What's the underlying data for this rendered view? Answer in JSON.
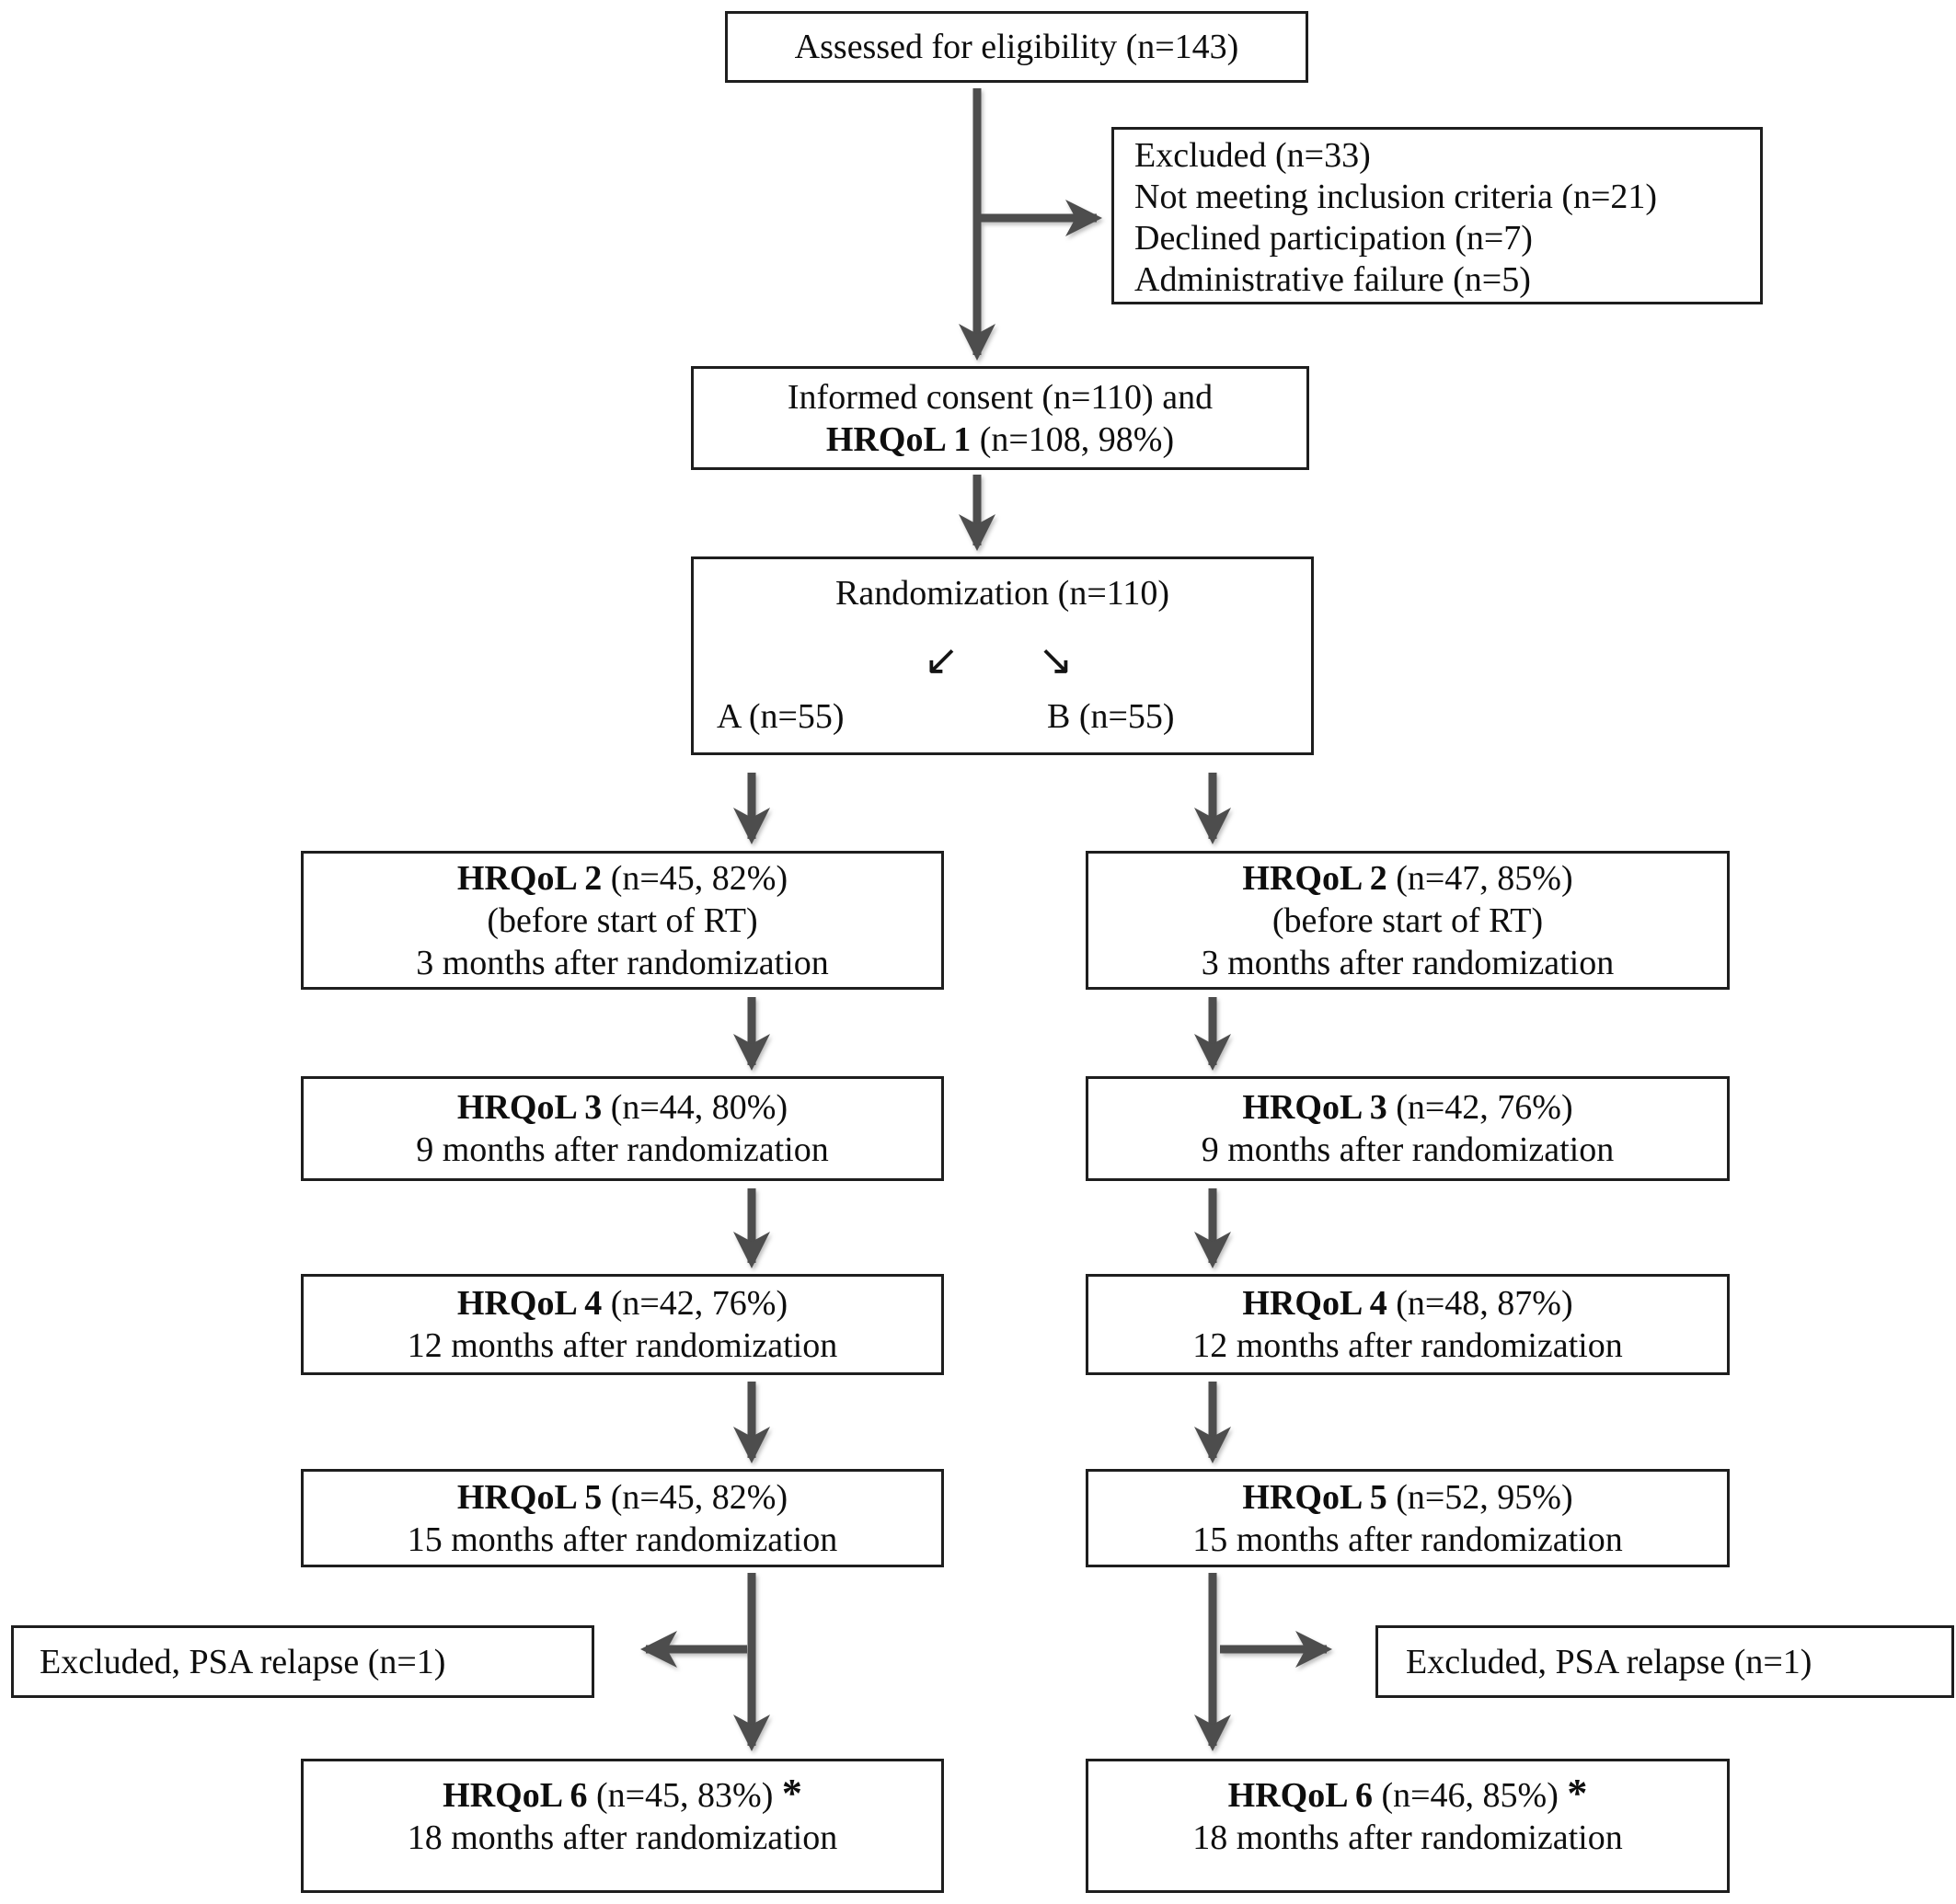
{
  "colors": {
    "arrow": "#4d4d4d",
    "box_border": "#1e1e1e",
    "text": "#0e0e0e",
    "background": "#ffffff"
  },
  "flow": {
    "assessed": {
      "text": "Assessed for eligibility (n=143)"
    },
    "excluded": {
      "l1": "Excluded (n=33)",
      "l2": "Not meeting inclusion criteria (n=21)",
      "l3": "Declined participation (n=7)",
      "l4": "Administrative failure (n=5)"
    },
    "consent": {
      "l1": "Informed consent (n=110) and",
      "bold": "HRQoL 1",
      "rest": " (n=108, 98%)"
    },
    "randomization": {
      "title": "Randomization (n=110)",
      "arrow_a": "↙",
      "arrow_b": "↘",
      "arm_a": "A (n=55)",
      "arm_b": "B (n=55)"
    },
    "left": {
      "hrqol2": {
        "bold": "HRQoL 2",
        "rest": " (n=45, 82%)",
        "l2": "(before start of RT)",
        "l3": "3 months after randomization"
      },
      "hrqol3": {
        "bold": "HRQoL 3",
        "rest": " (n=44, 80%)",
        "l2": "9 months after randomization"
      },
      "hrqol4": {
        "bold": "HRQoL 4",
        "rest": " (n=42, 76%)",
        "l2": "12 months after randomization"
      },
      "hrqol5": {
        "bold": "HRQoL 5",
        "rest": " (n=45, 82%)",
        "l2": "15 months after randomization"
      },
      "excluded_psa": {
        "text": "Excluded, PSA relapse (n=1)"
      },
      "hrqol6": {
        "bold": "HRQoL 6",
        "rest": " (n=45, 83%) ",
        "star": "*",
        "l2": "18 months after randomization"
      }
    },
    "right": {
      "hrqol2": {
        "bold": "HRQoL 2",
        "rest": " (n=47, 85%)",
        "l2": "(before start of RT)",
        "l3": "3 months after randomization"
      },
      "hrqol3": {
        "bold": "HRQoL 3",
        "rest": " (n=42, 76%)",
        "l2": "9 months after randomization"
      },
      "hrqol4": {
        "bold": "HRQoL 4",
        "rest": " (n=48, 87%)",
        "l2": "12 months after randomization"
      },
      "hrqol5": {
        "bold": "HRQoL 5",
        "rest": " (n=52, 95%)",
        "l2": "15 months after randomization"
      },
      "excluded_psa": {
        "text": "Excluded, PSA relapse (n=1)"
      },
      "hrqol6": {
        "bold": "HRQoL 6",
        "rest": " (n=46, 85%) ",
        "star": "*",
        "l2": "18 months after randomization"
      }
    }
  }
}
